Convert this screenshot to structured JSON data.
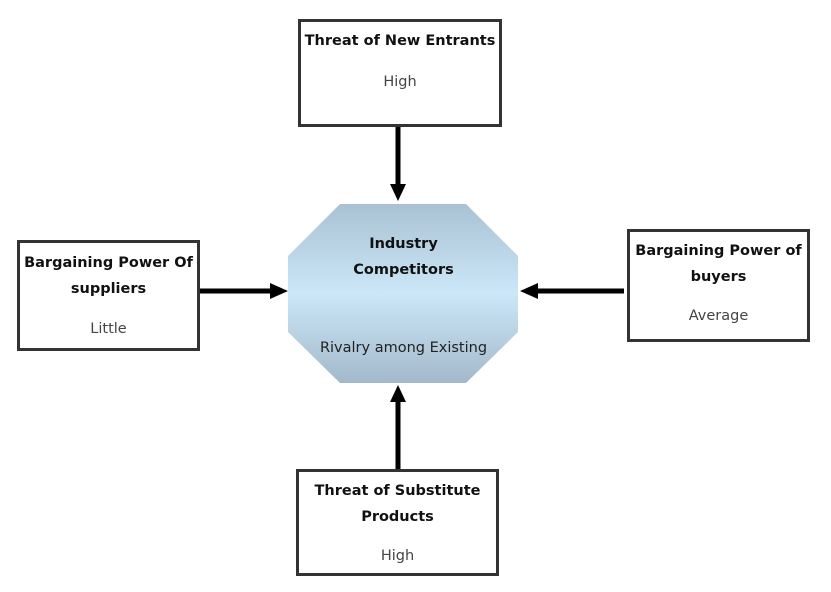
{
  "diagram": {
    "type": "porters-five-forces",
    "center": {
      "title_line1": "Industry",
      "title_line2": "Competitors",
      "subtitle": "Rivalry among Existing"
    },
    "forces": {
      "top": {
        "title_line1": "Threat of New Entrants",
        "value": "High"
      },
      "left": {
        "title_line1": "Bargaining Power Of",
        "title_line2": "suppliers",
        "value": "Little"
      },
      "right": {
        "title_line1": "Bargaining Power of",
        "title_line2": "buyers",
        "value": "Average"
      },
      "bottom": {
        "title_line1": "Threat of Substitute",
        "title_line2": "Products",
        "value": "High"
      }
    },
    "colors": {
      "border": "#333333",
      "arrow": "#000000",
      "center_gradient_top": "#a9c1d3",
      "center_gradient_mid": "#cbe7f8",
      "center_gradient_bottom": "#a3b9cb"
    }
  }
}
